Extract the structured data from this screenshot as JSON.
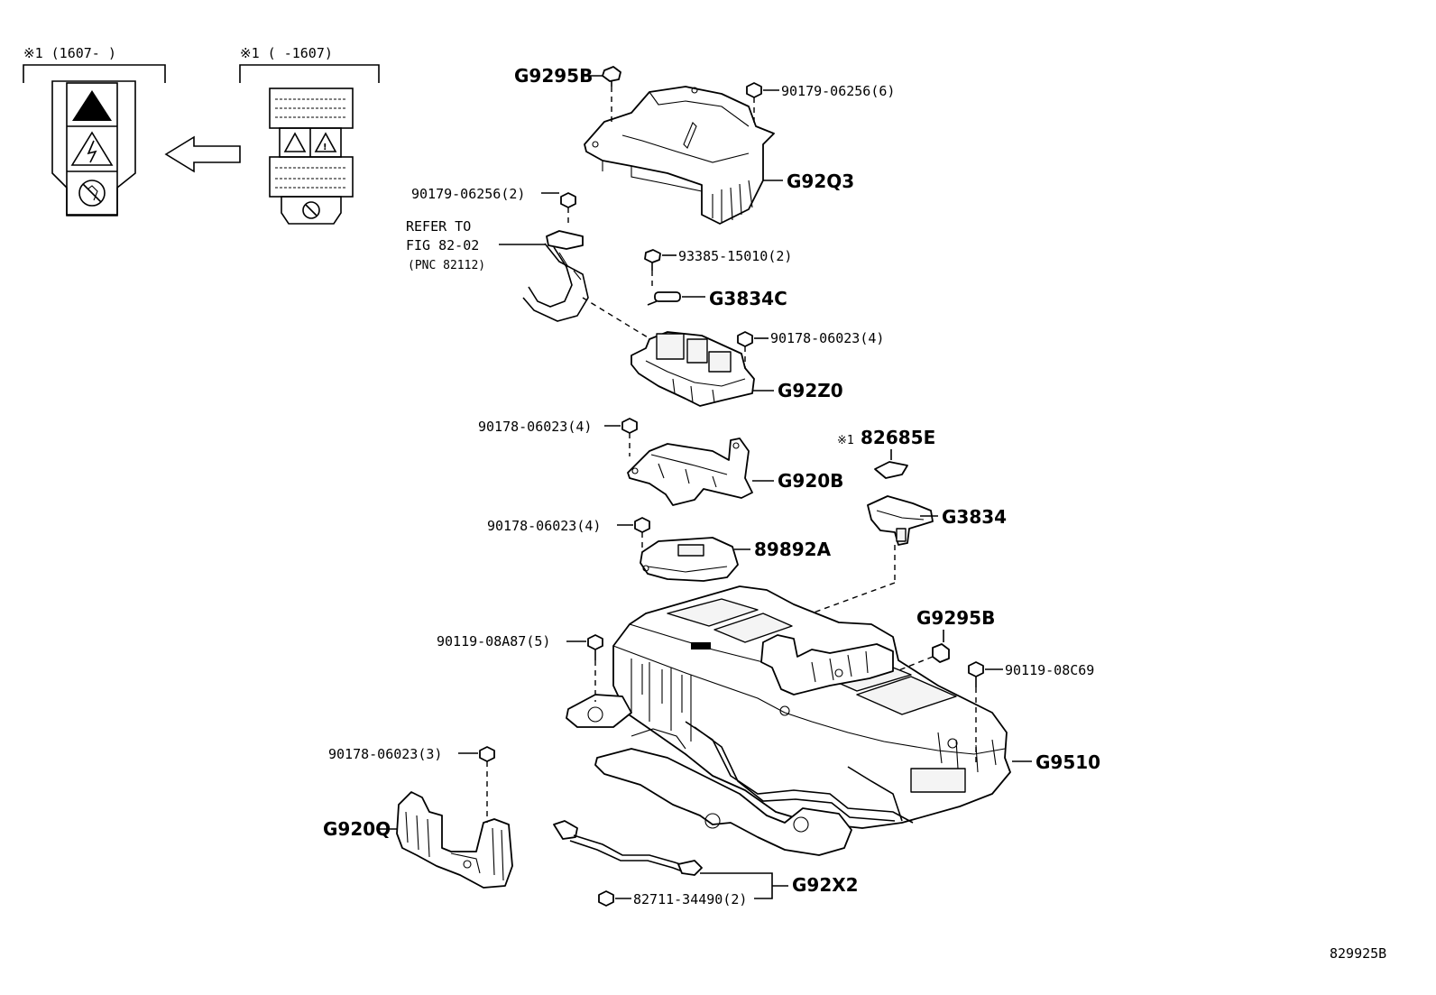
{
  "diagram_code": "829925B",
  "insets": {
    "left_note": "※1 (1607-      )",
    "right_note": "※1 (      -1607)"
  },
  "callouts": {
    "G9295B_top": "G9295B",
    "p90179_6": "90179-06256(6)",
    "G92Q3": "G92Q3",
    "p90179_2": "90179-06256(2)",
    "refer_line1": "REFER TO",
    "refer_line2": "FIG 82-02",
    "refer_line3": "(PNC 82112)",
    "p93385": "93385-15010(2)",
    "G3834C": "G3834C",
    "p90178_4a": "90178-06023(4)",
    "G92Z0": "G92Z0",
    "p90178_4b": "90178-06023(4)",
    "G920B": "G920B",
    "p82685E_mark": "※1",
    "p82685E": "82685E",
    "G3834": "G3834",
    "p90178_4c": "90178-06023(4)",
    "p89892A": "89892A",
    "G9295B_mid": "G9295B",
    "p90119_5": "90119-08A87(5)",
    "p90119_c69": "90119-08C69",
    "G9510": "G9510",
    "p90178_3": "90178-06023(3)",
    "G920Q": "G920Q",
    "G92X2": "G92X2",
    "p82711": "82711-34490(2)"
  }
}
